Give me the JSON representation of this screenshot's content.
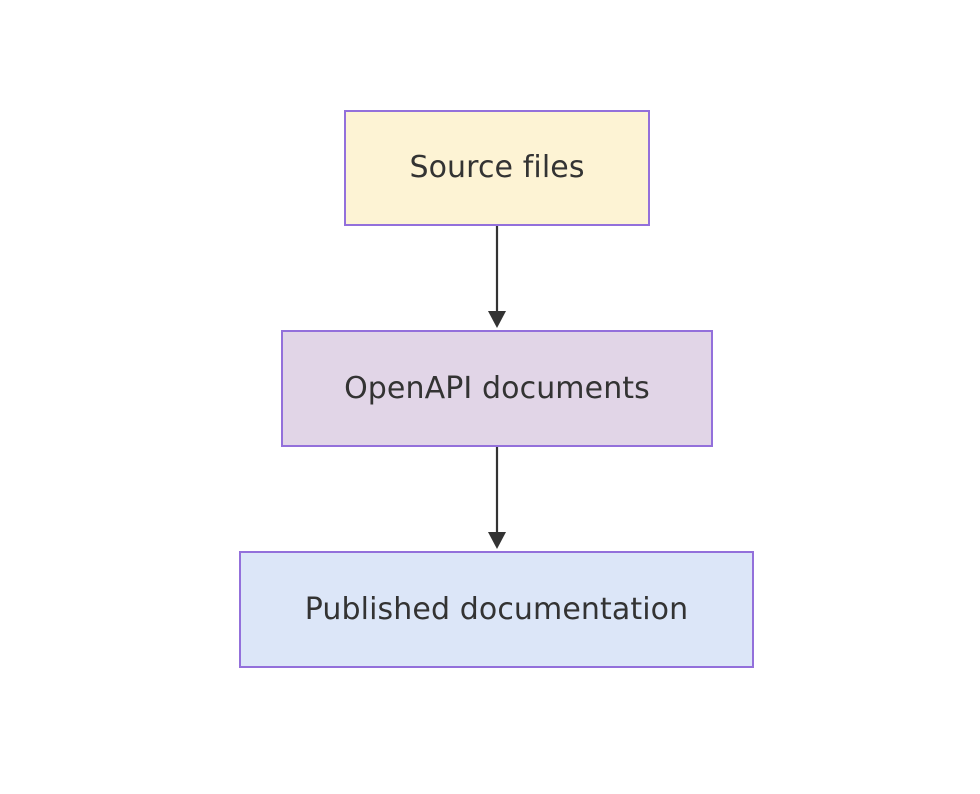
{
  "diagram": {
    "type": "flowchart",
    "direction": "top-down",
    "background_color": "#ffffff",
    "nodes": [
      {
        "id": "source-files",
        "label": "Source files",
        "fill_color": "#fdf3d4",
        "border_color": "#9370db",
        "text_color": "#333333"
      },
      {
        "id": "openapi-documents",
        "label": "OpenAPI documents",
        "fill_color": "#e1d5e7",
        "border_color": "#9370db",
        "text_color": "#333333"
      },
      {
        "id": "published-documentation",
        "label": "Published documentation",
        "fill_color": "#dce6f8",
        "border_color": "#9370db",
        "text_color": "#333333"
      }
    ],
    "edges": [
      {
        "id": "edge-source-to-openapi",
        "from": "source-files",
        "to": "openapi-documents",
        "label": "",
        "arrow": "filled-triangle",
        "color": "#333333"
      },
      {
        "id": "edge-openapi-to-published",
        "from": "openapi-documents",
        "to": "published-documentation",
        "label": "",
        "arrow": "filled-triangle",
        "color": "#333333"
      }
    ]
  }
}
